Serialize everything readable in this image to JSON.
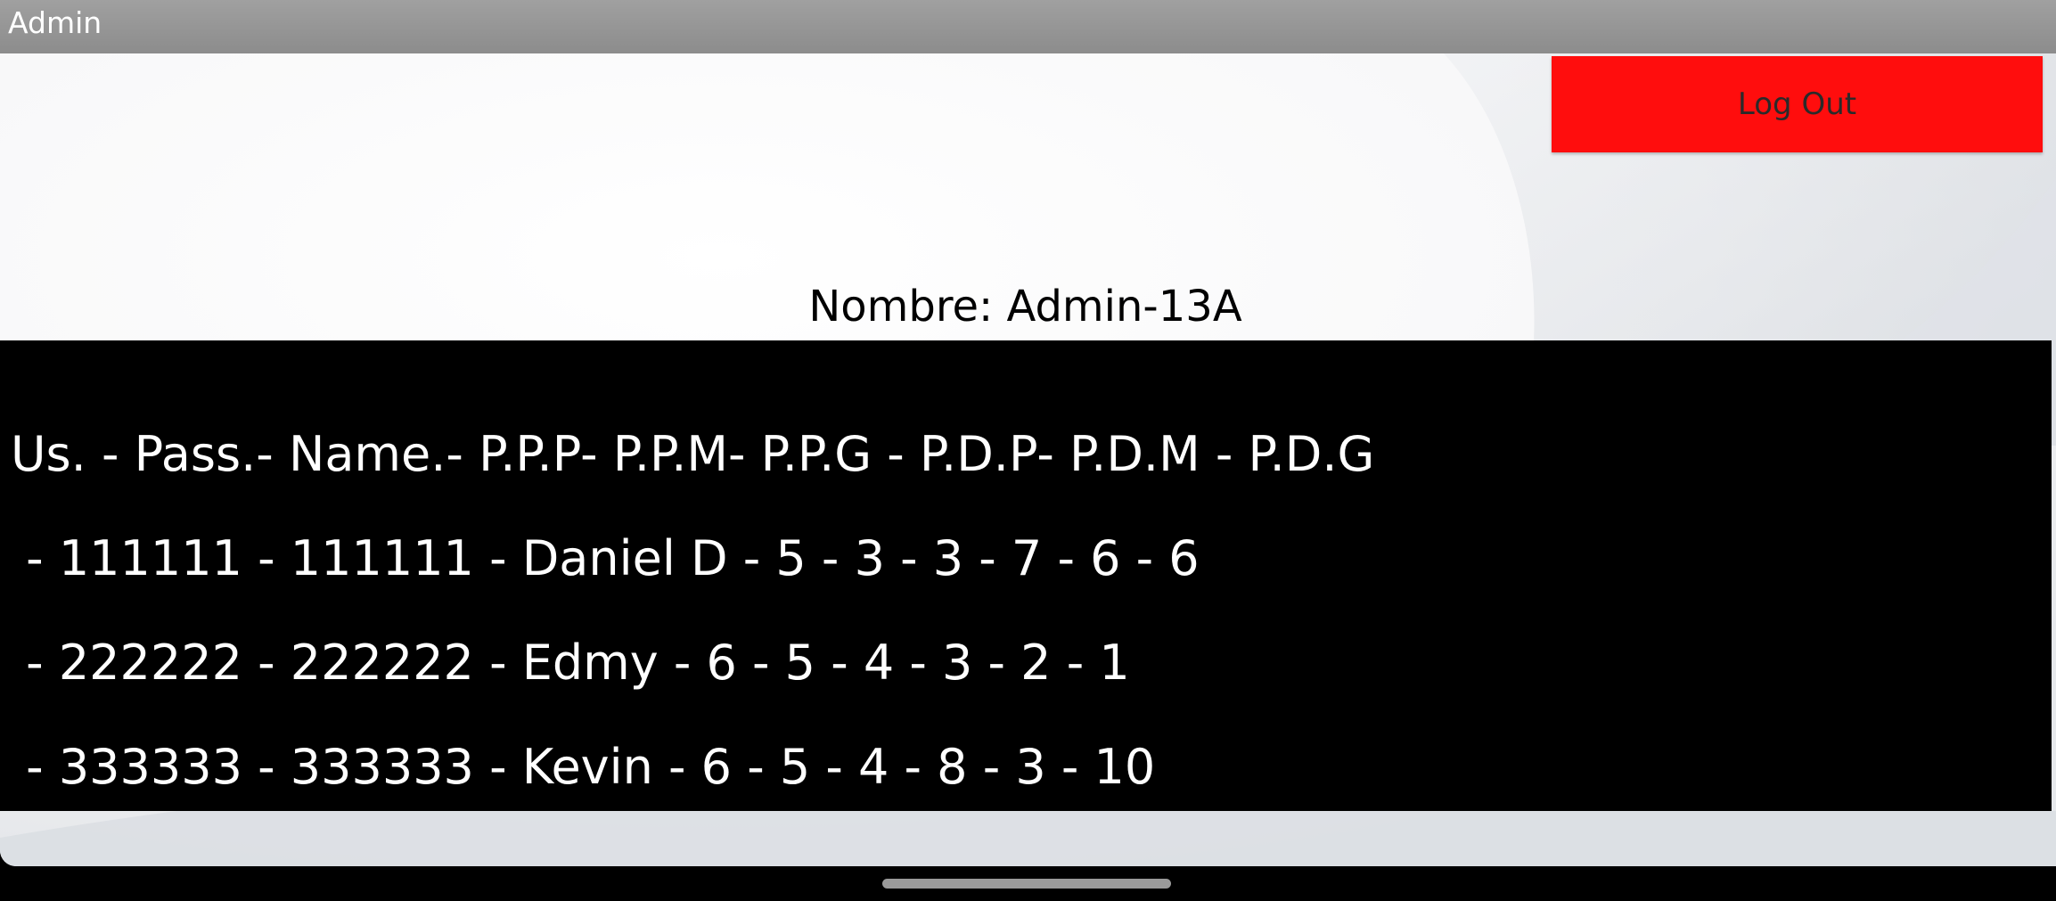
{
  "window": {
    "title": "Admin"
  },
  "header": {
    "logout_label": "Log Out"
  },
  "user": {
    "name_text": "Nombre: Admin-13A"
  },
  "table": {
    "header_line": "Us. - Pass.- Name.- P.P.P- P.P.M- P.P.G - P.D.P- P.D.M - P.D.G",
    "rows": [
      " - 111111 - 111111 - Daniel D - 5 - 3 - 3 - 7 - 6 - 6",
      " - 222222 - 222222 - Edmy - 6 - 5 - 4 - 3 - 2 - 1",
      " - 333333 - 333333 - Kevin - 6 - 5 - 4 - 8 - 3 - 10"
    ]
  },
  "colors": {
    "logout_button": "#ff0d0d",
    "title_bar": "#959595",
    "panel": "#000000"
  }
}
